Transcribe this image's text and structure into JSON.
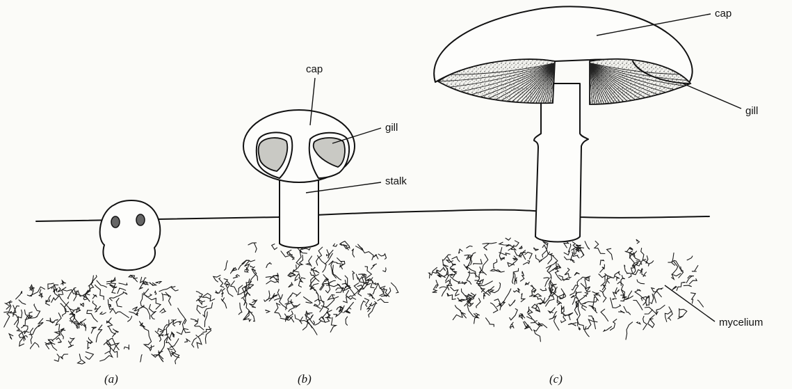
{
  "stages": [
    {
      "id": "a",
      "caption": "(a)"
    },
    {
      "id": "b",
      "caption": "(b)"
    },
    {
      "id": "c",
      "caption": "(c)"
    }
  ],
  "labels": {
    "b_cap": "cap",
    "b_gill": "gill",
    "b_stalk": "stalk",
    "c_cap": "cap",
    "c_gill": "gill",
    "c_mycelium": "mycelium"
  },
  "colors": {
    "ink": "#111111",
    "background": "#fbfbf8",
    "gill_shading": "#c9c9c4"
  }
}
